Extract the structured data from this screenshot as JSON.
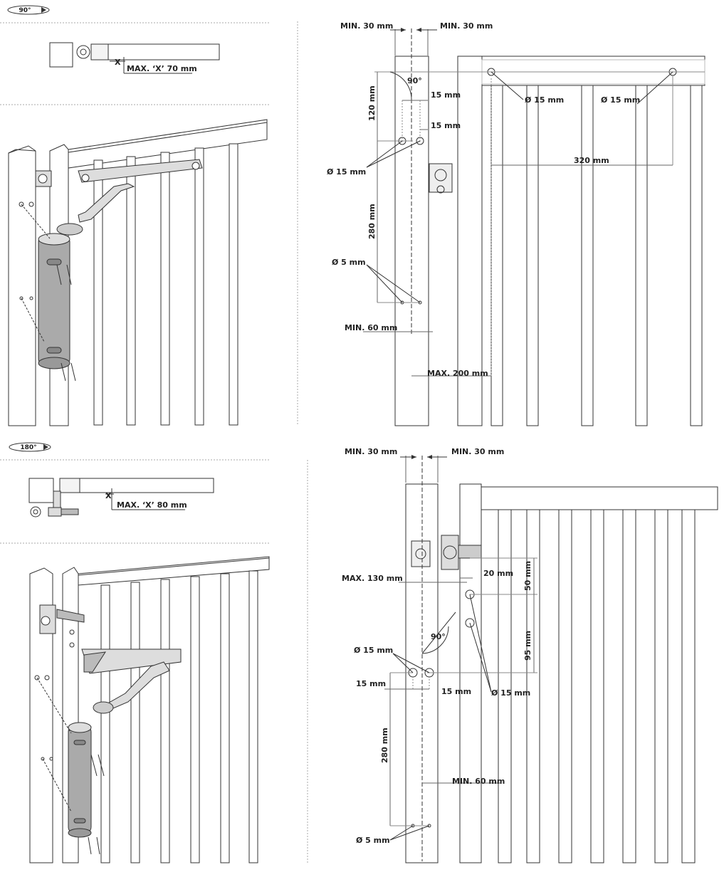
{
  "panel_top": {
    "badge": "90°",
    "max_x": "MAX. ‘X’ 70 mm",
    "x_mark": "X",
    "labels": {
      "min_left": "MIN. 30 mm",
      "min_right": "MIN. 30 mm",
      "angle": "90°",
      "dim_120": "120 mm",
      "dim_15_a": "15 mm",
      "dim_15_b": "15 mm",
      "dia15_left": "Ø 15 mm",
      "dim_280": "280 mm",
      "dia5": "Ø 5 mm",
      "min60": "MIN. 60 mm",
      "max200": "MAX. 200 mm",
      "dia15_a": "Ø 15 mm",
      "dia15_b": "Ø 15 mm",
      "dim_320": "320 mm"
    }
  },
  "panel_bottom": {
    "badge": "180°",
    "max_x": "MAX. ‘X’ 80 mm",
    "x_mark": "X",
    "labels": {
      "min_left": "MIN. 30 mm",
      "min_right": "MIN. 30 mm",
      "max130": "MAX. 130 mm",
      "dim_20": "20 mm",
      "dim_50": "50 mm",
      "angle": "90°",
      "dim_95": "95 mm",
      "dia15_left": "Ø 15 mm",
      "dim_15_left": "15 mm",
      "dim_15_right": "15 mm",
      "dia15_right": "Ø 15 mm",
      "dim_280": "280 mm",
      "min60": "MIN. 60 mm",
      "dia5": "Ø 5 mm"
    }
  }
}
